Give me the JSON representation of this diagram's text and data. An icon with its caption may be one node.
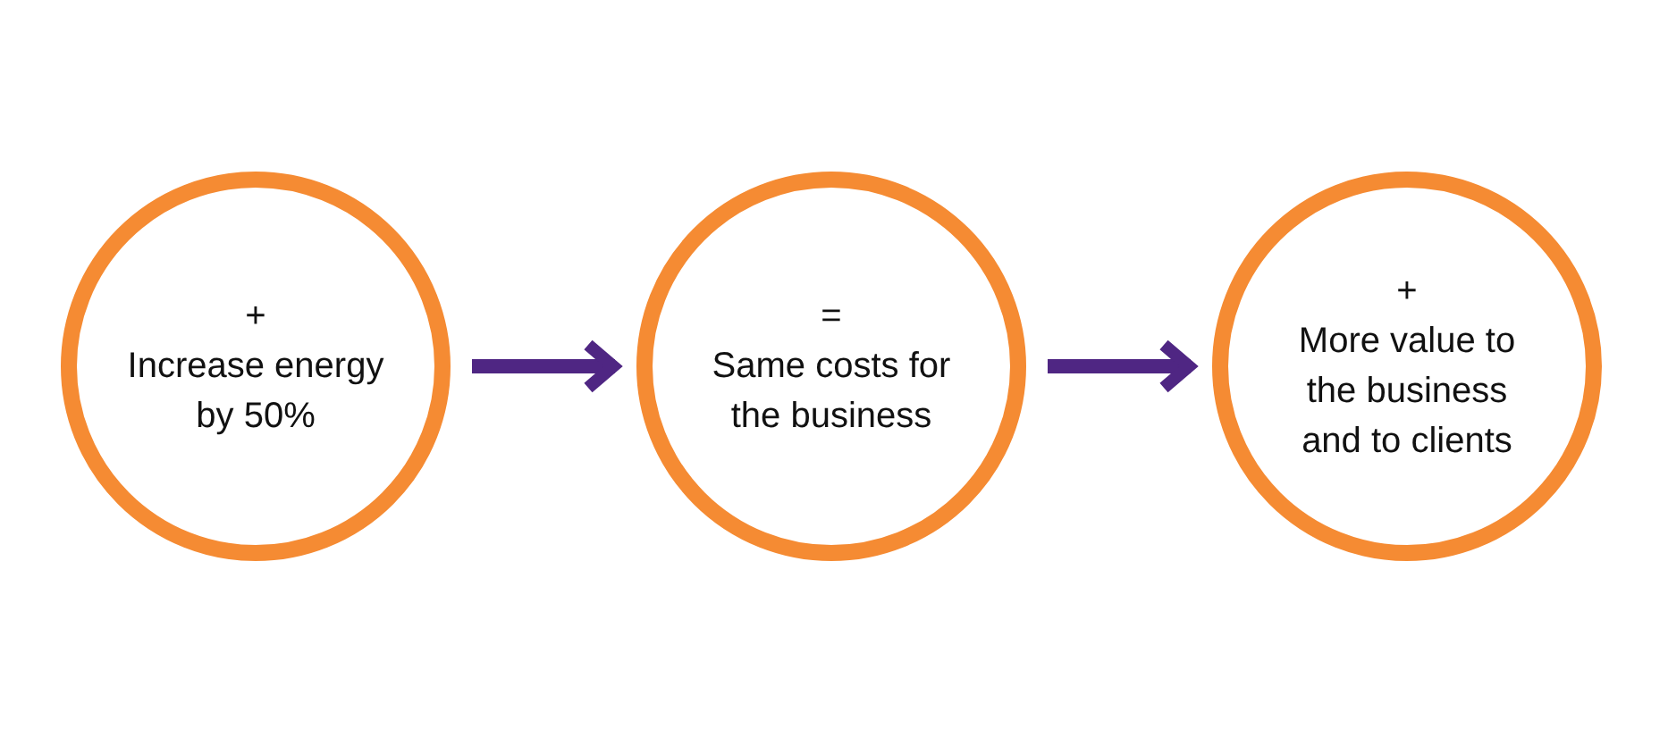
{
  "diagram": {
    "nodes": [
      {
        "text": [
          "+",
          "Increase energy by 50%"
        ]
      },
      {
        "text": [
          "=",
          "Same costs for the business"
        ]
      },
      {
        "text": [
          "+",
          "More value to the business and to clients"
        ]
      }
    ],
    "edges": [
      {
        "from": 0,
        "to": 1,
        "arrow": "to"
      },
      {
        "from": 1,
        "to": 2,
        "arrow": "to"
      }
    ]
  }
}
